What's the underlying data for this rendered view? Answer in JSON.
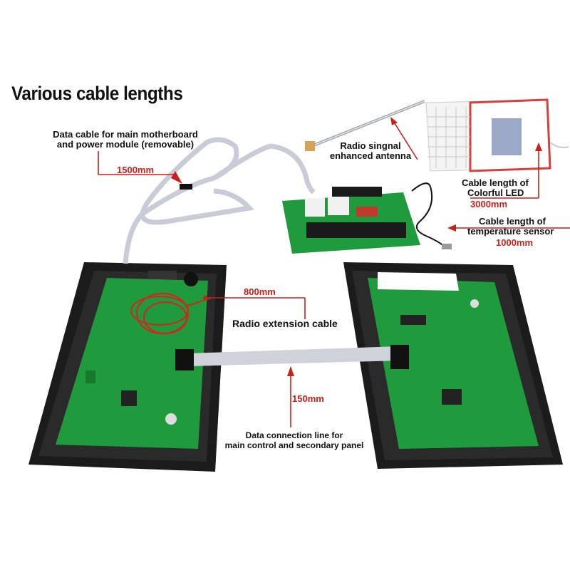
{
  "title": "Various cable lengths",
  "labels": {
    "main_cable_line1": "Data cable for main motherboard",
    "main_cable_line2": "and power module (removable)",
    "main_cable_length": "1500mm",
    "antenna_line1": "Radio singnal",
    "antenna_line2": "enhanced antenna",
    "led_line1": "Cable length of",
    "led_line2": "Colorful LED",
    "led_length": "3000mm",
    "temp_line1": "Cable length of",
    "temp_line2": "temperature sensor",
    "temp_length": "1000mm",
    "radio_ext_length": "800mm",
    "radio_ext_label": "Radio extension cable",
    "panel_line_length": "150mm",
    "panel_line1": "Data connection line for",
    "panel_line2": "main control and secondary panel"
  },
  "colors": {
    "pcb": "#1f9a3c",
    "pcb_dark": "#157a2d",
    "frame": "#1b1b1b",
    "callout": "#c8201a",
    "ribbon": "#cfd2d8"
  }
}
